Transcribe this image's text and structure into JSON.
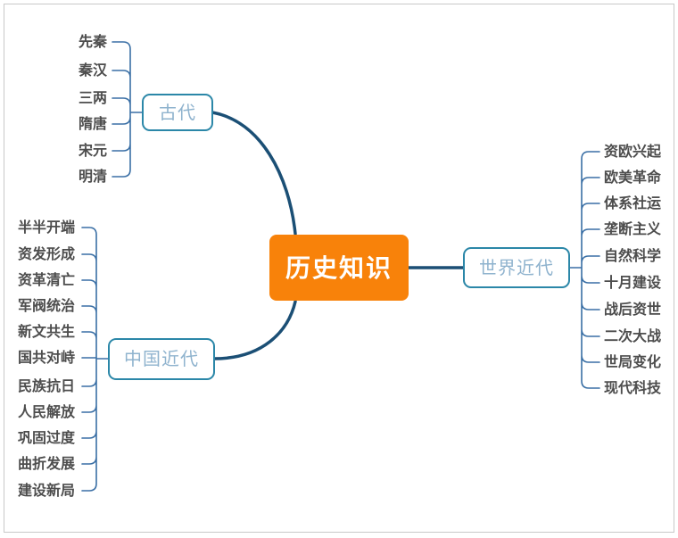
{
  "root": {
    "label": "历史知识"
  },
  "branches": [
    {
      "id": "ancient",
      "label": "古代",
      "children": [
        "先秦",
        "秦汉",
        "三两",
        "隋唐",
        "宋元",
        "明清"
      ]
    },
    {
      "id": "modern-china",
      "label": "中国近代",
      "children": [
        "半半开端",
        "资发形成",
        "资革清亡",
        "军阀统治",
        "新文共生",
        "国共对峙",
        "民族抗日",
        "人民解放",
        "巩固过度",
        "曲折发展",
        "建设新局"
      ]
    },
    {
      "id": "modern-world",
      "label": "世界近代",
      "children": [
        "资欧兴起",
        "欧美革命",
        "体系社运",
        "垄断主义",
        "自然科学",
        "十月建设",
        "战后资世",
        "二次大战",
        "世局变化",
        "现代科技"
      ]
    }
  ],
  "colors": {
    "root_bg": "#f8820a",
    "root_text": "#ffffff",
    "branch_border": "#2b87a8",
    "branch_text": "#8fb3ce",
    "child_text": "#4d4d4d",
    "main_curve": "#1b4f75",
    "connector": "#3a6fa5",
    "frame": "#c9c9c9",
    "background": "#ffffff"
  }
}
